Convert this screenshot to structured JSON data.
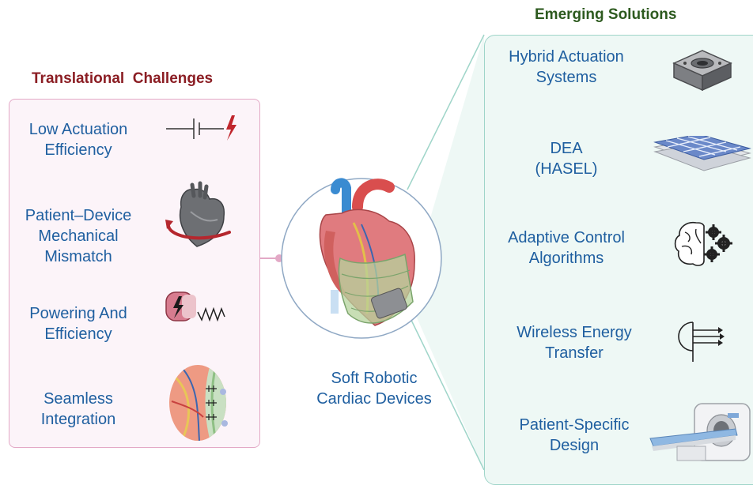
{
  "left_section": {
    "title": "Translational  Challenges",
    "items": [
      {
        "label_lines": [
          "Low Actuation",
          "Efficiency"
        ],
        "icon": "battery-lightning-icon"
      },
      {
        "label_lines": [
          "Patient–Device",
          "Mechanical",
          "Mismatch"
        ],
        "icon": "heart-rotation-icon"
      },
      {
        "label_lines": [
          "Powering And",
          "Efficiency"
        ],
        "icon": "implant-battery-wave-icon"
      },
      {
        "label_lines": [
          "Seamless",
          "Integration"
        ],
        "icon": "tissue-suture-icon"
      }
    ]
  },
  "center": {
    "label_lines": [
      "Soft Robotic",
      "Cardiac Devices"
    ],
    "icon": "heart-with-soft-robotic-sleeve-icon"
  },
  "right_section": {
    "title": "Emerging Solutions",
    "items": [
      {
        "label_lines": [
          "Hybrid Actuation",
          "Systems"
        ],
        "icon": "actuator-block-icon"
      },
      {
        "label_lines": [
          "DEA",
          "(HASEL)"
        ],
        "icon": "layered-electrode-sheet-icon"
      },
      {
        "label_lines": [
          "Adaptive Control",
          "Algorithms"
        ],
        "icon": "brain-gears-icon"
      },
      {
        "label_lines": [
          "Wireless Energy",
          "Transfer"
        ],
        "icon": "wireless-transmitter-icon"
      },
      {
        "label_lines": [
          "Patient-Specific",
          "Design"
        ],
        "icon": "ct-scanner-icon"
      }
    ]
  },
  "colors": {
    "left_title": "#8b1e24",
    "right_title": "#2d5a1f",
    "item_text": "#1f5fa0",
    "left_border": "#e3a9c6",
    "left_fill": "#fcf4f9",
    "right_border": "#9fd5c9",
    "right_fill": "#eef8f5"
  }
}
